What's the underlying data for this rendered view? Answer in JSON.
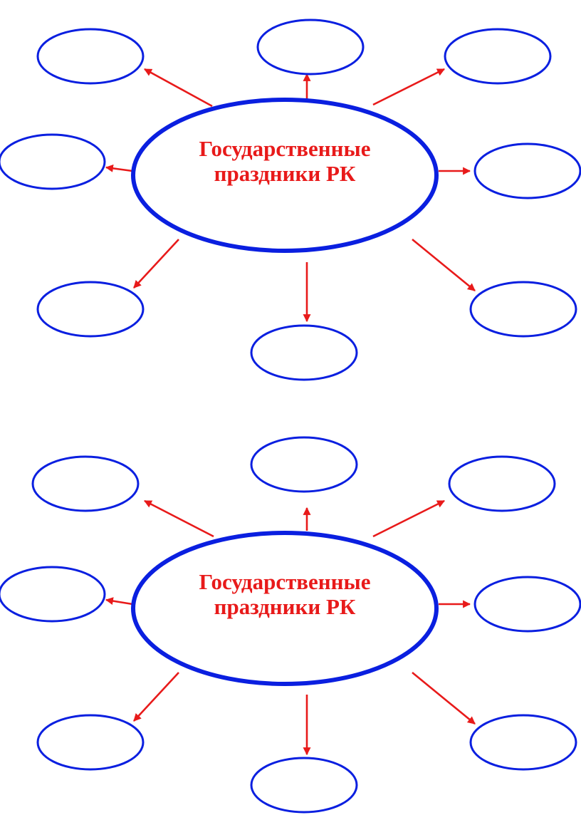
{
  "colors": {
    "ellipse_stroke": "#0a1fe0",
    "arrow": "#e81a1a",
    "title_text": "#e81a1a",
    "background": "#ffffff"
  },
  "diagrams": [
    {
      "center_label_line1": "Государственные",
      "center_label_line2": "праздники РК",
      "satellite_count": 8,
      "satellite_labels": [
        "",
        "",
        "",
        "",
        "",
        "",
        "",
        ""
      ]
    },
    {
      "center_label_line1": "Государственные",
      "center_label_line2": "праздники РК",
      "satellite_count": 8,
      "satellite_labels": [
        "",
        "",
        "",
        "",
        "",
        "",
        "",
        ""
      ]
    }
  ]
}
